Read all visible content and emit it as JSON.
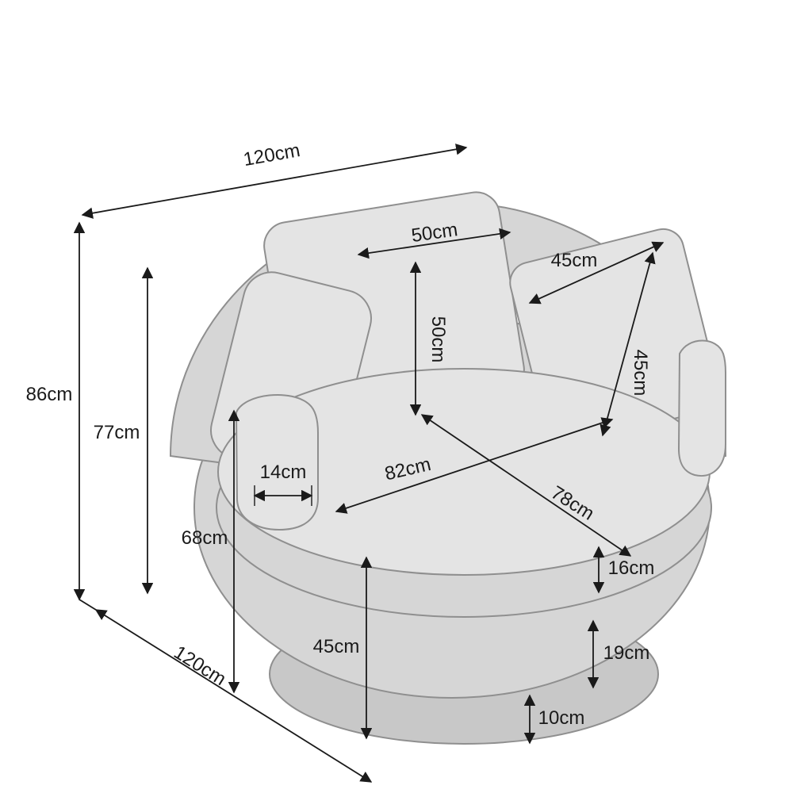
{
  "diagram": {
    "type": "product-dimension-diagram",
    "subject": "round-swivel-cuddle-chair",
    "unit": "cm",
    "measurements": {
      "overall_width": "120cm",
      "overall_depth": "120cm",
      "overall_height": "86cm",
      "back_height": "77cm",
      "arm_height": "68cm",
      "arm_width": "14cm",
      "back_cushion_width": "50cm",
      "back_cushion_height": "50cm",
      "scatter_cushion_width": "45cm",
      "scatter_cushion_height": "45cm",
      "seat_width": "82cm",
      "seat_depth": "78cm",
      "seat_cushion_thickness": "16cm",
      "seat_height": "45cm",
      "base_section_height": "19cm",
      "plinth_height": "10cm"
    },
    "colors": {
      "background": "#ffffff",
      "chair_fill": "#d6d6d6",
      "chair_fill_light": "#e4e4e4",
      "chair_fill_dark": "#c8c8c8",
      "chair_outline": "#8f8f8f",
      "dimension_color": "#1a1a1a"
    }
  }
}
